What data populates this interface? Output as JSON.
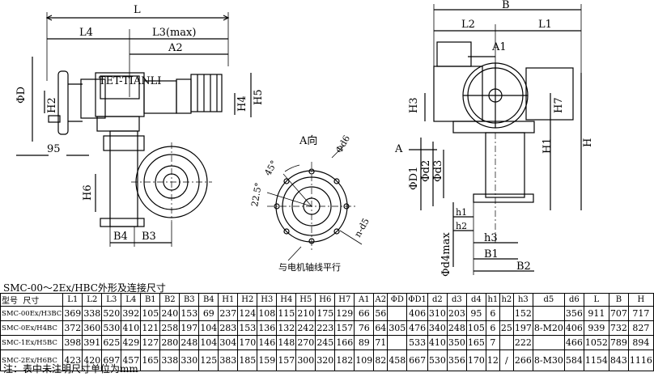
{
  "drawing_labels": {
    "L": "L",
    "L4": "L4",
    "L3max": "L3(max)",
    "A2": "A2",
    "phiD": "ΦD",
    "H2": "H2",
    "H4": "H4",
    "H5": "H5",
    "d95": "95",
    "H6": "H6",
    "B4": "B4",
    "B3": "B3",
    "brand": "TET-TIANLI",
    "A_view": "A向",
    "phi_d6": "Φd6",
    "deg45": "45°",
    "deg22_5": "22.5°",
    "n_d5": "n-d5",
    "motor_note": "与电机轴线平行",
    "B": "B",
    "L2": "L2",
    "L1": "L1",
    "A1": "A1",
    "H3": "H3",
    "H7": "H7",
    "H1": "H1",
    "H": "H",
    "A_arrow": "A",
    "phi_D1": "ΦD1",
    "phi_d2": "Φd2",
    "phi_d3": "Φd3",
    "phi_d4max": "Φd4max",
    "h1": "h1",
    "h2": "h2",
    "h3": "h3",
    "B1": "B1",
    "B2": "B2"
  },
  "caption": "SMC-00～2Ex/HBC外形及连接尺寸",
  "table": {
    "corner_top": "尺寸",
    "corner_bottom": "型号",
    "columns": [
      "L1",
      "L2",
      "L3",
      "L4",
      "B1",
      "B2",
      "B3",
      "B4",
      "H1",
      "H2",
      "H3",
      "H4",
      "H5",
      "H6",
      "H7",
      "A1",
      "A2",
      "ΦD",
      "ΦD1",
      "d2",
      "d3",
      "d4",
      "h1",
      "h2",
      "h3",
      "d5",
      "d6",
      "L",
      "B",
      "H"
    ],
    "rows": [
      {
        "model": "SMC-00Ex/H3BC",
        "cells": [
          "369",
          "338",
          "520",
          "392",
          "105",
          "240",
          "153",
          "69",
          "237",
          "124",
          "108",
          "115",
          "210",
          "175",
          "129",
          "66",
          "56",
          "",
          "406",
          "310",
          "203",
          "95",
          "6",
          "",
          "152",
          "",
          "356",
          "911",
          "707",
          "717"
        ]
      },
      {
        "model": "SMC-0Ex/H4BC",
        "cells": [
          "372",
          "360",
          "530",
          "410",
          "121",
          "258",
          "197",
          "104",
          "283",
          "153",
          "136",
          "132",
          "242",
          "223",
          "157",
          "76",
          "64",
          "305",
          "476",
          "340",
          "248",
          "105",
          "6",
          "25",
          "197",
          "8-M20",
          "406",
          "939",
          "732",
          "827"
        ]
      },
      {
        "model": "SMC-1Ex/H5BC",
        "cells": [
          "398",
          "391",
          "625",
          "429",
          "127",
          "280",
          "248",
          "104",
          "304",
          "170",
          "146",
          "148",
          "270",
          "245",
          "166",
          "89",
          "71",
          "",
          "533",
          "410",
          "350",
          "165",
          "7",
          "",
          "222",
          "",
          "466",
          "1052",
          "789",
          "894"
        ]
      },
      {
        "model": "SMC-2Ex/H6BC",
        "cells": [
          "423",
          "420",
          "697",
          "457",
          "165",
          "338",
          "330",
          "125",
          "383",
          "185",
          "159",
          "157",
          "300",
          "320",
          "182",
          "109",
          "82",
          "458",
          "667",
          "530",
          "356",
          "170",
          "12",
          "/",
          "266",
          "8-M30",
          "584",
          "1154",
          "843",
          "1116"
        ]
      }
    ]
  },
  "note": "注：表中未注明尺寸单位为mm"
}
